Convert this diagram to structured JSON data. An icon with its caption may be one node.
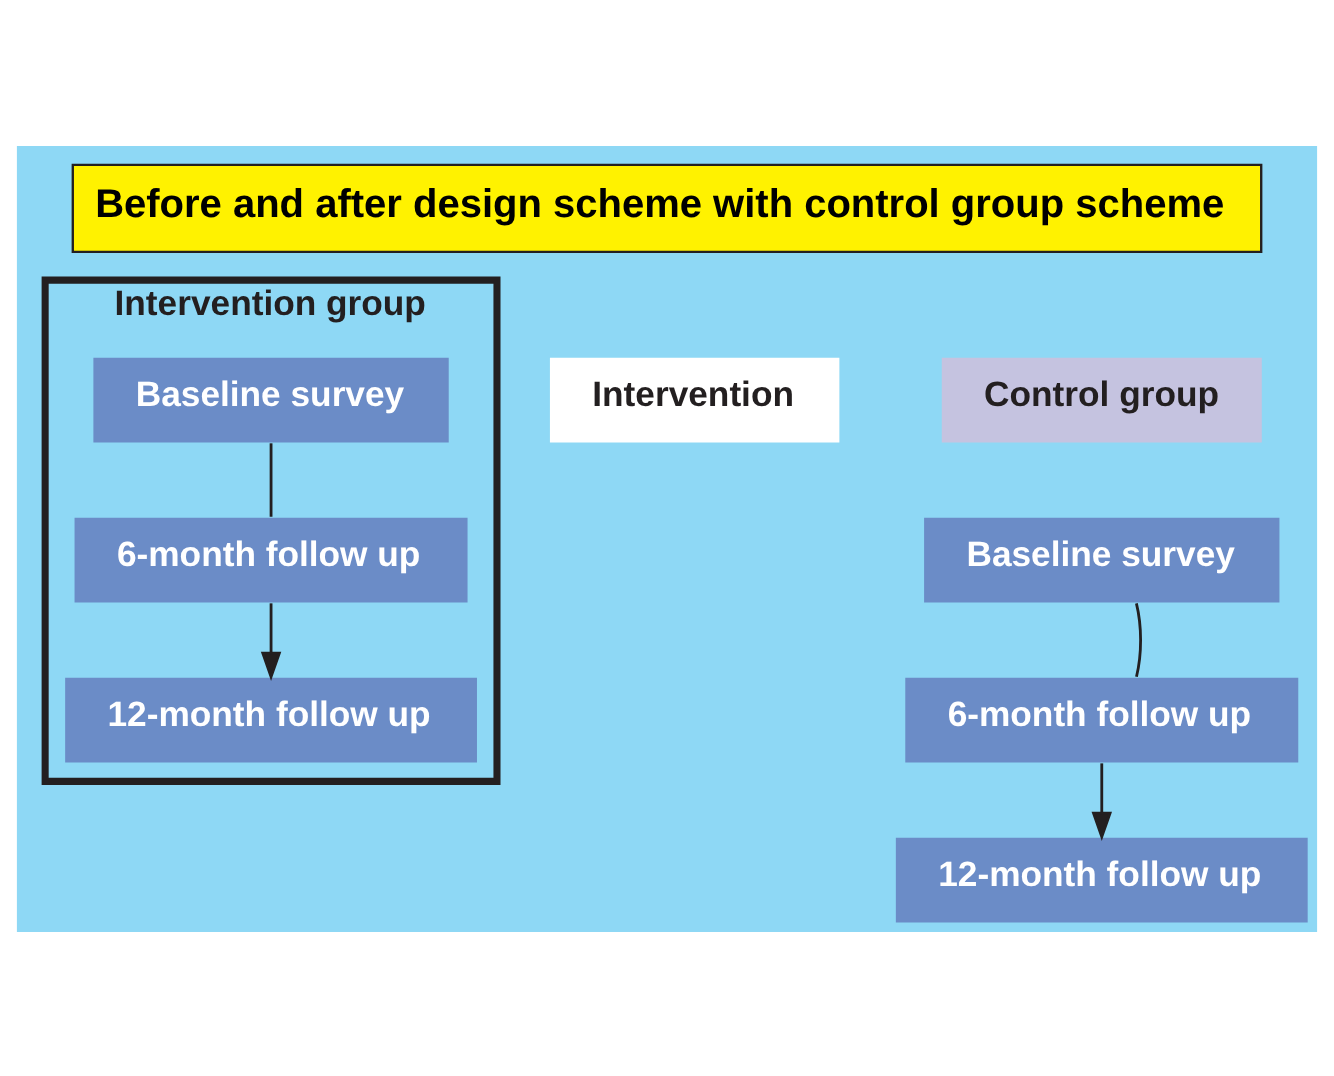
{
  "diagram": {
    "title": "Before and after design scheme with control group scheme",
    "nodes": [
      {
        "text": [
          "Intervention group"
        ]
      },
      {
        "text": [
          "Baseline survey"
        ],
        "in": 0
      },
      {
        "text": [
          "6-month follow up"
        ],
        "in": 0
      },
      {
        "text": [
          "12-month follow up"
        ],
        "in": 0
      },
      {
        "text": [
          "Intervention"
        ]
      },
      {
        "text": [
          "Control group"
        ]
      },
      {
        "text": [
          "Baseline survey"
        ]
      },
      {
        "text": [
          "6-month follow up"
        ]
      },
      {
        "text": [
          "12-month follow up"
        ]
      }
    ],
    "edges": [
      {
        "from": 1,
        "to": 2,
        "arrow": "none"
      },
      {
        "from": 2,
        "to": 3,
        "arrow": "to"
      },
      {
        "from": 6,
        "to": 7,
        "arrow": "none"
      },
      {
        "from": 7,
        "to": 8,
        "arrow": "to"
      }
    ]
  }
}
